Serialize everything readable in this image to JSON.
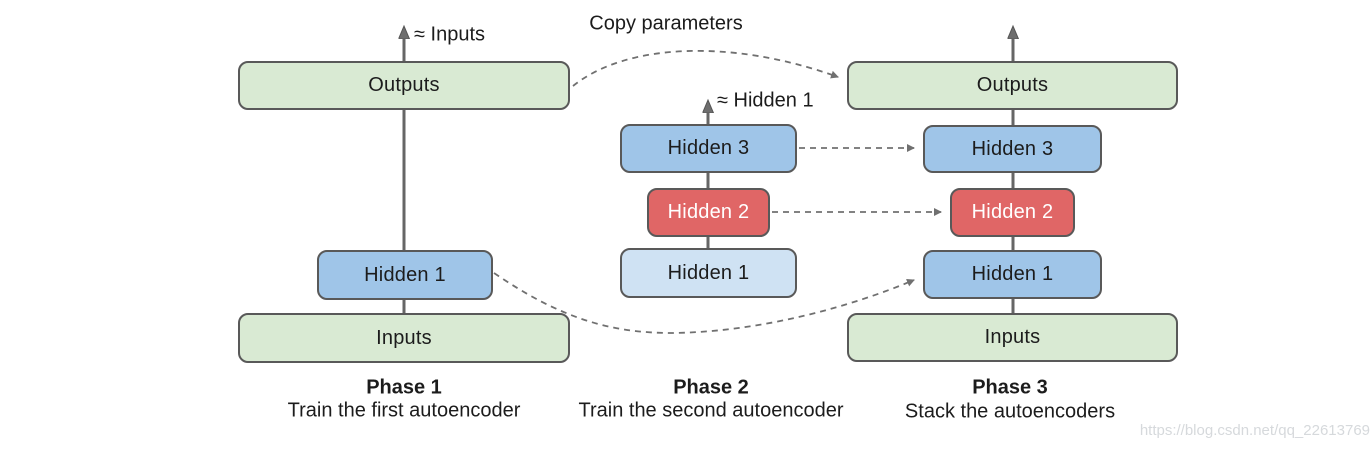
{
  "labels": {
    "copy_parameters": "Copy parameters"
  },
  "watermark": "https://blog.csdn.net/qq_22613769",
  "phase1": {
    "approx": "≈ Inputs",
    "outputs": "Outputs",
    "hidden1": "Hidden 1",
    "inputs": "Inputs",
    "title": "Phase 1",
    "subtitle": "Train the first autoencoder"
  },
  "phase2": {
    "approx": "≈ Hidden 1",
    "hidden3": "Hidden 3",
    "hidden2": "Hidden 2",
    "hidden1": "Hidden 1",
    "title": "Phase 2",
    "subtitle": "Train the second autoencoder"
  },
  "phase3": {
    "outputs": "Outputs",
    "hidden3": "Hidden 3",
    "hidden2": "Hidden 2",
    "hidden1": "Hidden 1",
    "inputs": "Inputs",
    "title": "Phase 3",
    "subtitle": "Stack the autoencoders"
  },
  "colors": {
    "green_box": "#d9ead3",
    "blue_box": "#9fc5e8",
    "light_blue_box": "#cfe2f3",
    "red_box": "#e06666",
    "box_border": "#595959",
    "solid_line": "#666666",
    "dashed_line": "#707070",
    "watermark_text": "#d6d9dc"
  }
}
